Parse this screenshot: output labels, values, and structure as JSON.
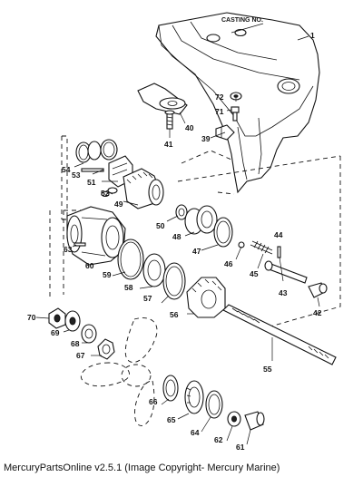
{
  "diagram": {
    "casting_label": "CASTING NO.",
    "parts": [
      "1",
      "39",
      "40",
      "41",
      "42",
      "43",
      "44",
      "45",
      "46",
      "47",
      "48",
      "49",
      "50",
      "51",
      "52",
      "53",
      "54",
      "55",
      "56",
      "57",
      "58",
      "59",
      "60",
      "61",
      "62",
      "63",
      "64",
      "65",
      "66",
      "67",
      "68",
      "69",
      "70",
      "71",
      "72"
    ]
  },
  "footer": {
    "caption": "MercuryPartsOnline v2.5.1 (Image Copyright- Mercury Marine)"
  }
}
